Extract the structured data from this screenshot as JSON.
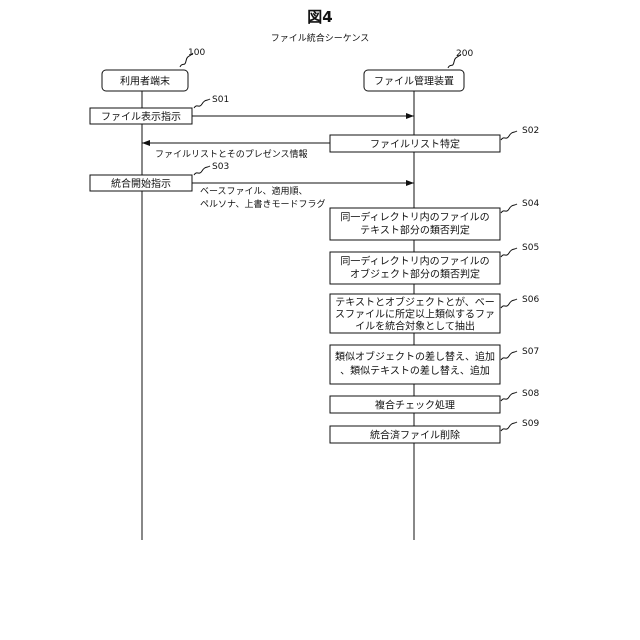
{
  "figure": {
    "title": "図4",
    "subtitle": "ファイル統合シーケンス"
  },
  "lifelines": {
    "user_terminal": {
      "label": "利用者端末",
      "ref": "100"
    },
    "file_manager": {
      "label": "ファイル管理装置",
      "ref": "200"
    }
  },
  "steps": [
    {
      "id": "S01",
      "lines": [
        "ファイル表示指示"
      ]
    },
    {
      "id": "S02",
      "lines": [
        "ファイルリスト特定"
      ]
    },
    {
      "id": "S03",
      "lines": [
        "統合開始指示"
      ]
    },
    {
      "id": "S04",
      "lines": [
        "同一ディレクトリ内のファイルの",
        "テキスト部分の類否判定"
      ]
    },
    {
      "id": "S05",
      "lines": [
        "同一ディレクトリ内のファイルの",
        "オブジェクト部分の類否判定"
      ]
    },
    {
      "id": "S06",
      "lines": [
        "テキストとオブジェクトとが、ベー",
        "スファイルに所定以上類似するファ",
        "イルを統合対象として抽出"
      ]
    },
    {
      "id": "S07",
      "lines": [
        "類似オブジェクトの差し替え、追加",
        "、類似テキストの差し替え、追加"
      ]
    },
    {
      "id": "S08",
      "lines": [
        "複合チェック処理"
      ]
    },
    {
      "id": "S09",
      "lines": [
        "統合済ファイル削除"
      ]
    }
  ],
  "messages": {
    "file_list_reply": [
      "ファイルリストとそのプレゼンス情報"
    ],
    "merge_params": [
      "ベースファイル、適用順、",
      "ペルソナ、上書きモードフラグ"
    ]
  }
}
